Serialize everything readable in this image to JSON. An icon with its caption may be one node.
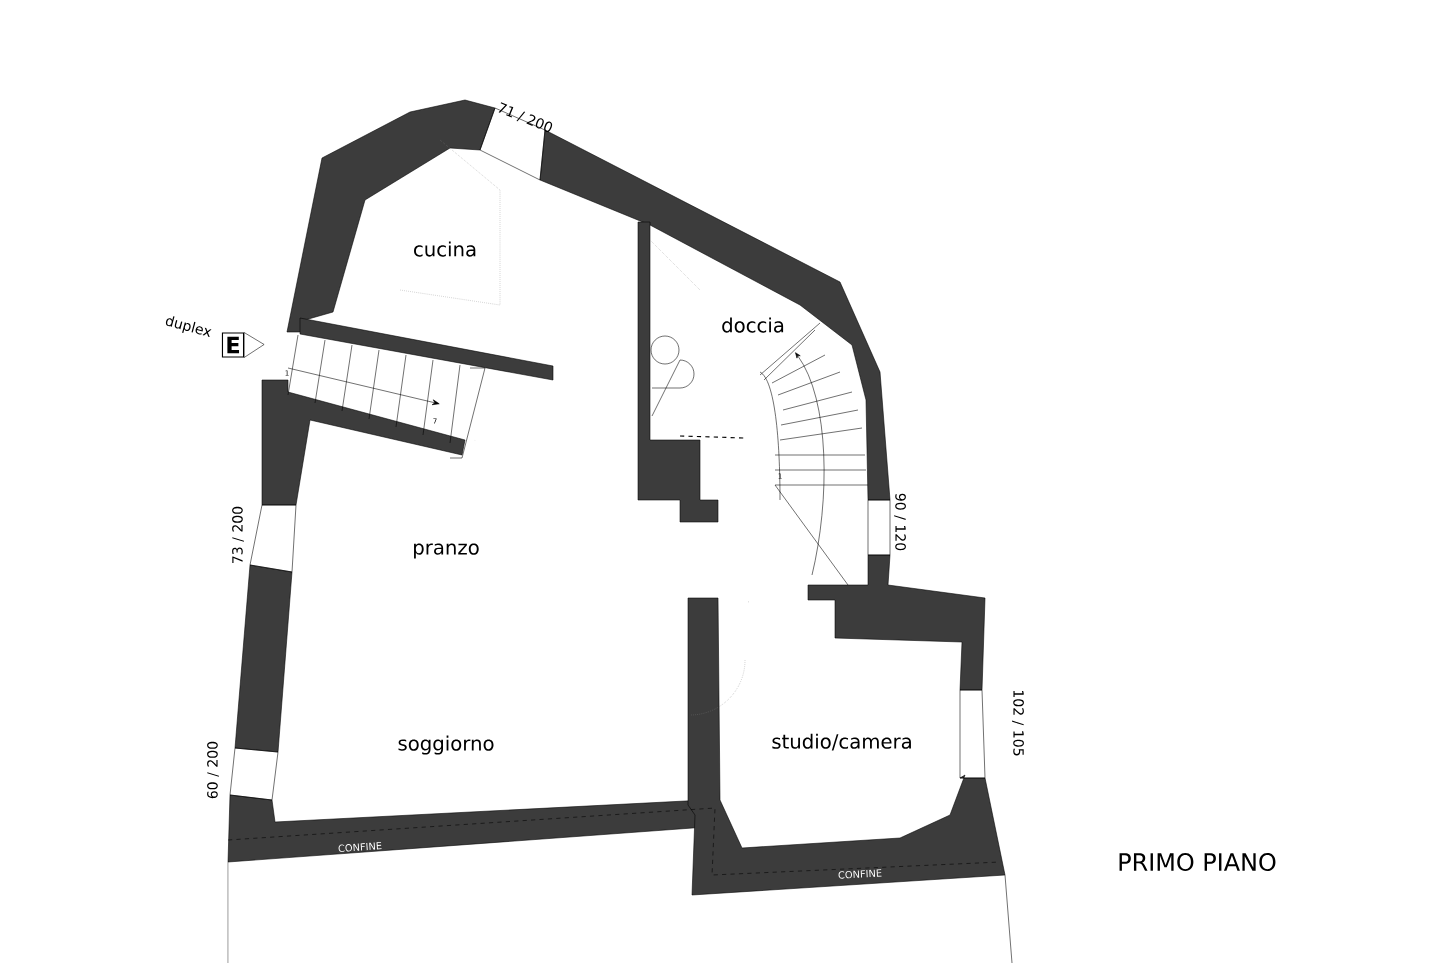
{
  "diagram": {
    "title": "PRIMO PIANO",
    "nodes": [
      {
        "text": [
          "E"
        ],
        "beside": [
          "duplex"
        ]
      }
    ],
    "labels": [
      "71 / 200",
      "cucina",
      "doccia",
      "1",
      "7",
      "1",
      "73 / 200",
      "90 / 120",
      "pranzo",
      "soggiorno",
      "studio/camera",
      "102 / 105",
      "60 / 200",
      "CONFINE",
      "CONFINE"
    ]
  }
}
